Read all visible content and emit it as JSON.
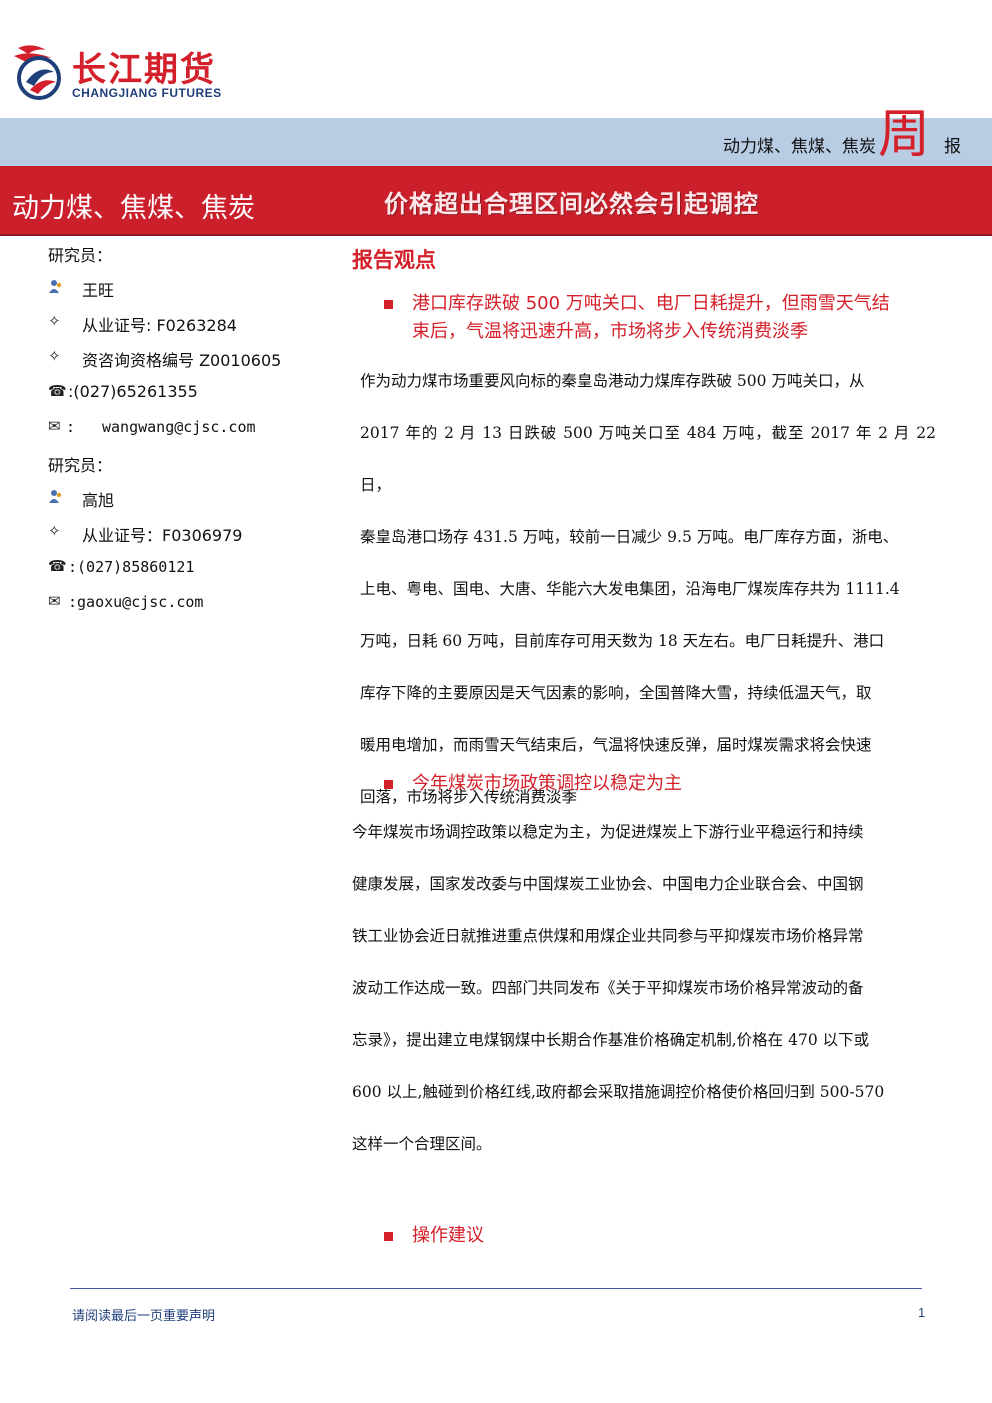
{
  "header": {
    "brand_cn": "长江期货",
    "brand_en": "CHANGJIANG FUTURES",
    "category_line": "动力煤、焦煤、焦炭",
    "report_zhou": "周",
    "report_bao": "报"
  },
  "banner": {
    "left_text": "动力煤、焦煤、焦炭",
    "title": "价格超出合理区间必然会引起调控"
  },
  "analysts": [
    {
      "heading": "研究员：",
      "name": "王旺",
      "license": "从业证号: F0263284",
      "qualification": "资咨询资格编号 Z0010605",
      "phone": ":(027)65261355",
      "email": "wangwang@cjsc.com",
      "email_prefix": ":"
    },
    {
      "heading": "研究员：",
      "name": "高旭",
      "license": "从业证号：F0306979",
      "phone": ":(027)85860121",
      "email": ":gaoxu@cjsc.com"
    }
  ],
  "report": {
    "section_heading": "报告观点",
    "points": [
      {
        "heading_line1": "港口库存跌破 500 万吨关口、电厂日耗提升，但雨雪天气结",
        "heading_line2": "束后，气温将迅速升高，市场将步入传统消费淡季",
        "lines": [
          "作为动力煤市场重要风向标的秦皇岛港动力煤库存跌破 500 万吨关口，从",
          "2017 年的 2 月 13 日跌破 500 万吨关口至 484 万吨，截至 2017 年 2 月 22 日，",
          "秦皇岛港口场存 431.5 万吨，较前一日减少 9.5 万吨。电厂库存方面，浙电、",
          "上电、粤电、国电、大唐、华能六大发电集团，沿海电厂煤炭库存共为 1111.4",
          "万吨，日耗 60 万吨，目前库存可用天数为 18 天左右。电厂日耗提升、港口",
          "库存下降的主要原因是天气因素的影响，全国普降大雪，持续低温天气，取",
          "暖用电增加，而雨雪天气结束后，气温将快速反弹，届时煤炭需求将会快速",
          "回落，市场将步入传统消费淡季"
        ]
      },
      {
        "heading_line1": "今年煤炭市场政策调控以稳定为主",
        "lines": [
          "今年煤炭市场调控政策以稳定为主，为促进煤炭上下游行业平稳运行和持续",
          "健康发展，国家发改委与中国煤炭工业协会、中国电力企业联合会、中国钢",
          "铁工业协会近日就推进重点供煤和用煤企业共同参与平抑煤炭市场价格异常",
          "波动工作达成一致。四部门共同发布《关于平抑煤炭市场价格异常波动的备",
          "忘录》，提出建立电煤钢煤中长期合作基准价格确定机制,价格在 470 以下或",
          "600 以上,触碰到价格红线,政府都会采取措施调控价格使价格回归到 500-570",
          "这样一个合理区间。"
        ]
      },
      {
        "heading_line1": "操作建议"
      }
    ]
  },
  "footer": {
    "disclaimer": "请阅读最后一页重要声明",
    "page_number": "1"
  },
  "colors": {
    "brand_red": "#d4202a",
    "band_blue": "#b8cce4",
    "footer_blue": "#1f3f7a"
  }
}
